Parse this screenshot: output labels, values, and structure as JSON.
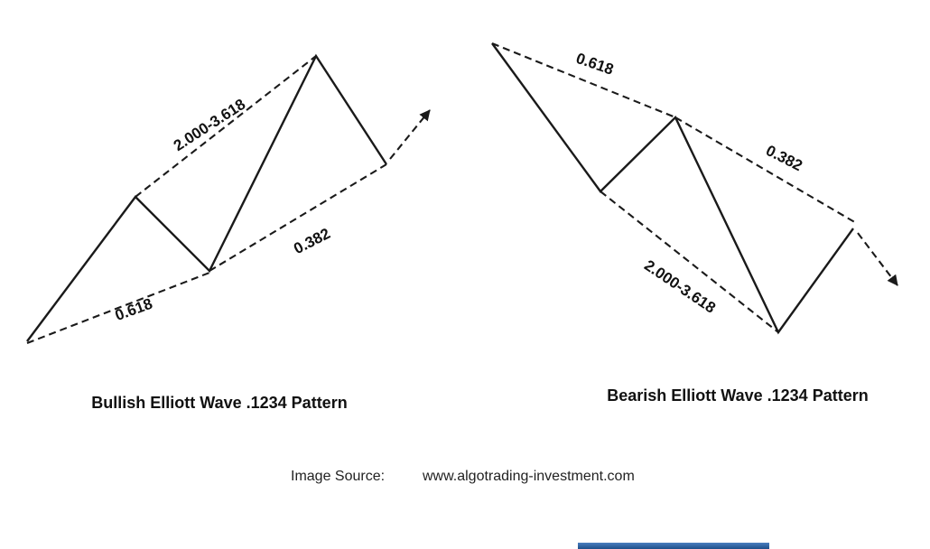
{
  "bullish": {
    "title": "Bullish Elliott Wave .1234 Pattern",
    "labels": {
      "extension": "2.000-3.618",
      "projection": "0.382",
      "retracement": "0.618"
    }
  },
  "bearish": {
    "title": "Bearish Elliott Wave .1234 Pattern",
    "labels": {
      "retracement": "0.618",
      "projection": "0.382",
      "extension": "2.000-3.618"
    }
  },
  "footer": {
    "source_label": "Image Source:",
    "source_url": "www.algotrading-investment.com"
  },
  "colors": {
    "line": "#1a1a1a",
    "text": "#111111",
    "background": "#ffffff"
  }
}
